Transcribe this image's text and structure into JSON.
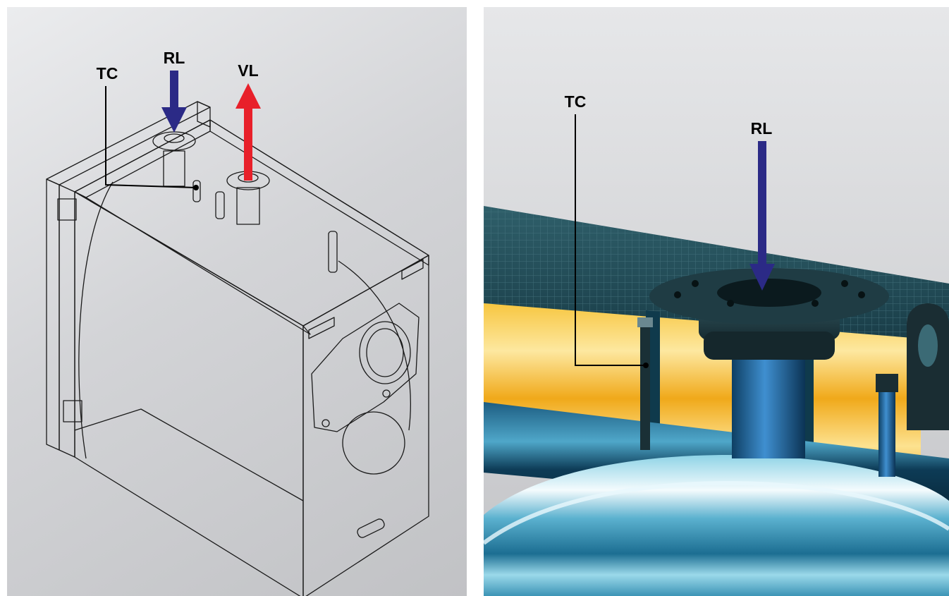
{
  "left_figure": {
    "labels": {
      "return": "RL",
      "flow": "VL",
      "sensor": "TC"
    },
    "colors": {
      "return_arrow": "#2b2a86",
      "flow_arrow": "#e8202a",
      "leader": "#000000"
    }
  },
  "right_figure": {
    "labels": {
      "return": "RL",
      "sensor": "TC"
    },
    "colors": {
      "return_arrow": "#2b2a86",
      "insulation": "#f5b21a",
      "shell": "#1c5a78"
    }
  }
}
